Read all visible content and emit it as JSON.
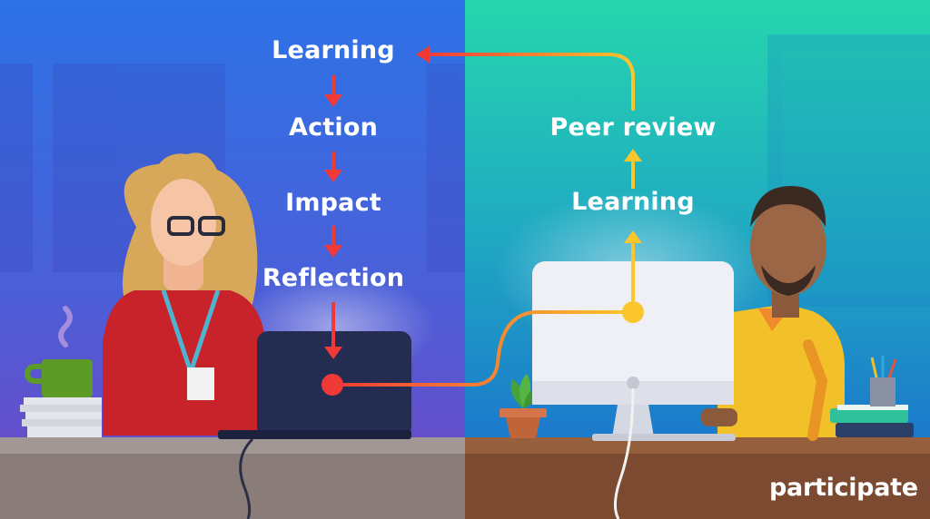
{
  "left_flow": {
    "step1": "Learning",
    "step2": "Action",
    "step3": "Impact",
    "step4": "Reflection"
  },
  "right_flow": {
    "step1": "Learning",
    "step2": "Peer review"
  },
  "brand": {
    "logo_text": "participate"
  },
  "colors": {
    "left_bg_top": "#2f6fe4",
    "left_bg_bottom": "#6a4bc9",
    "right_bg_top": "#25cfae",
    "right_bg_bottom": "#1c72d0",
    "left_arrow": "#f03a37",
    "right_arrow": "#fbc62c"
  }
}
